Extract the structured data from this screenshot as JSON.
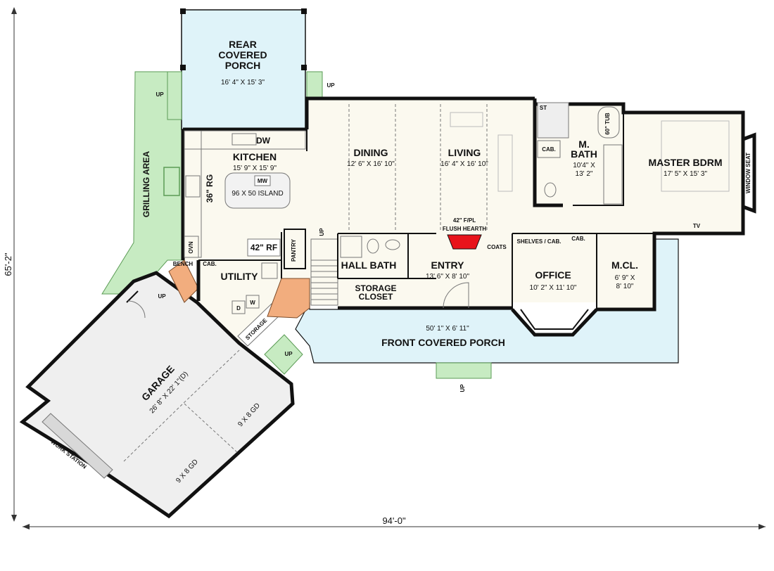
{
  "colors": {
    "porch": "#dff3f9",
    "grilling": "#c7ebc2",
    "stairs": "#f2ad7e",
    "garage": "#efefef",
    "floor": "#fbf9ef",
    "hearth": "#e8141b",
    "wall": "#111111"
  },
  "dimensions": {
    "width": "94'-0\"",
    "depth": "65'-2\""
  },
  "rooms": {
    "rear_porch": {
      "line1": "REAR",
      "line2": "COVERED",
      "line3": "PORCH",
      "size": "16' 4\" X 15' 3\""
    },
    "kitchen": {
      "name": "KITCHEN",
      "size": "15' 9\" X 15' 9\""
    },
    "dining": {
      "name": "DINING",
      "size": "12' 6\" X 16' 10\""
    },
    "living": {
      "name": "LIVING",
      "size": "16' 4\" X 16' 10\""
    },
    "master_bath": {
      "line1": "M.",
      "line2": "BATH",
      "size1": "10'4\" X",
      "size2": "13' 2\""
    },
    "master_bdrm": {
      "name": "MASTER BDRM",
      "size": "17' 5\" X 15' 3\""
    },
    "hall_bath": {
      "name": "HALL BATH"
    },
    "entry": {
      "name": "ENTRY",
      "size": "13' 6\" X 8' 10\""
    },
    "office": {
      "name": "OFFICE",
      "size": "10' 2\" X 11' 10\""
    },
    "master_closet": {
      "name": "M.CL.",
      "size1": "6' 9\" X",
      "size2": "8' 10\""
    },
    "utility": {
      "name": "UTILITY"
    },
    "storage_closet": {
      "line1": "STORAGE",
      "line2": "CLOSET"
    },
    "front_porch": {
      "name": "FRONT COVERED PORCH",
      "size": "50' 1\" X 6' 11\""
    },
    "garage": {
      "name": "GARAGE",
      "size": "26' 8\" X 22' 1\"(D)"
    },
    "grilling": {
      "name": "GRILLING AREA"
    }
  },
  "fixtures": {
    "dw": "DW",
    "range": "36\" RG",
    "island": "96 X 50 ISLAND",
    "mw": "MW",
    "fridge": "42\" RF",
    "oven": "OVN",
    "pantry": "PANTRY",
    "bench": "BENCH",
    "cab": "CAB.",
    "fireplace": "42\" F/PL",
    "hearth": "FLUSH HEARTH",
    "coats": "COATS",
    "shelves": "SHELVES / CAB.",
    "tub": "60\" TUB",
    "shower": "ST",
    "window_seat": "WINDOW SEAT",
    "tv": "TV",
    "storage": "STORAGE",
    "washer": "W",
    "dryer": "D",
    "work_station": "WORK STATION",
    "gd1": "9 X 8 GD",
    "gd2": "9 X 8 GD"
  },
  "up": "UP"
}
